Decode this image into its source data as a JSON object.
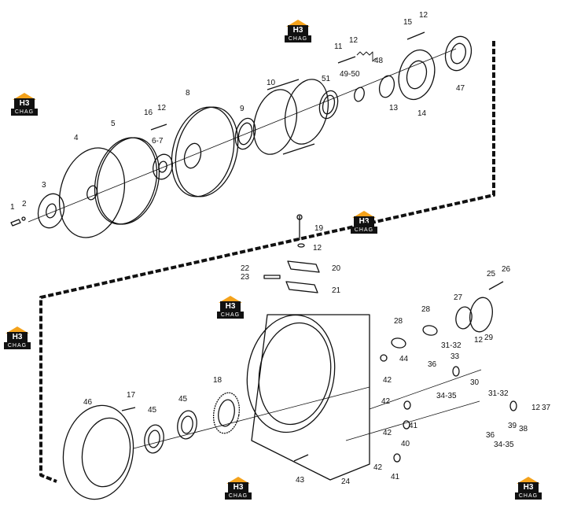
{
  "logo": {
    "mark": "H3",
    "sub": "CHAG"
  },
  "labels": {
    "l1": "1",
    "l2": "2",
    "l3": "3",
    "l4": "4",
    "l5": "5",
    "l6_7": "6-7",
    "l8": "8",
    "l9": "9",
    "l10": "10",
    "l11": "11",
    "l12": "12",
    "l13": "13",
    "l14": "14",
    "l15": "15",
    "l16": "16",
    "l17": "17",
    "l18": "18",
    "l19": "19",
    "l20": "20",
    "l21": "21",
    "l22": "22",
    "l23": "23",
    "l24": "24",
    "l25": "25",
    "l26": "26",
    "l27": "27",
    "l28": "28",
    "l29": "29",
    "l30": "30",
    "l31_32": "31-32",
    "l33": "33",
    "l34_35": "34-35",
    "l36": "36",
    "l37": "37",
    "l38": "38",
    "l39": "39",
    "l40": "40",
    "l41": "41",
    "l42": "42",
    "l43": "43",
    "l44": "44",
    "l45": "45",
    "l46": "46",
    "l47": "47",
    "l48": "48",
    "l49_50": "49-50",
    "l51": "51"
  }
}
